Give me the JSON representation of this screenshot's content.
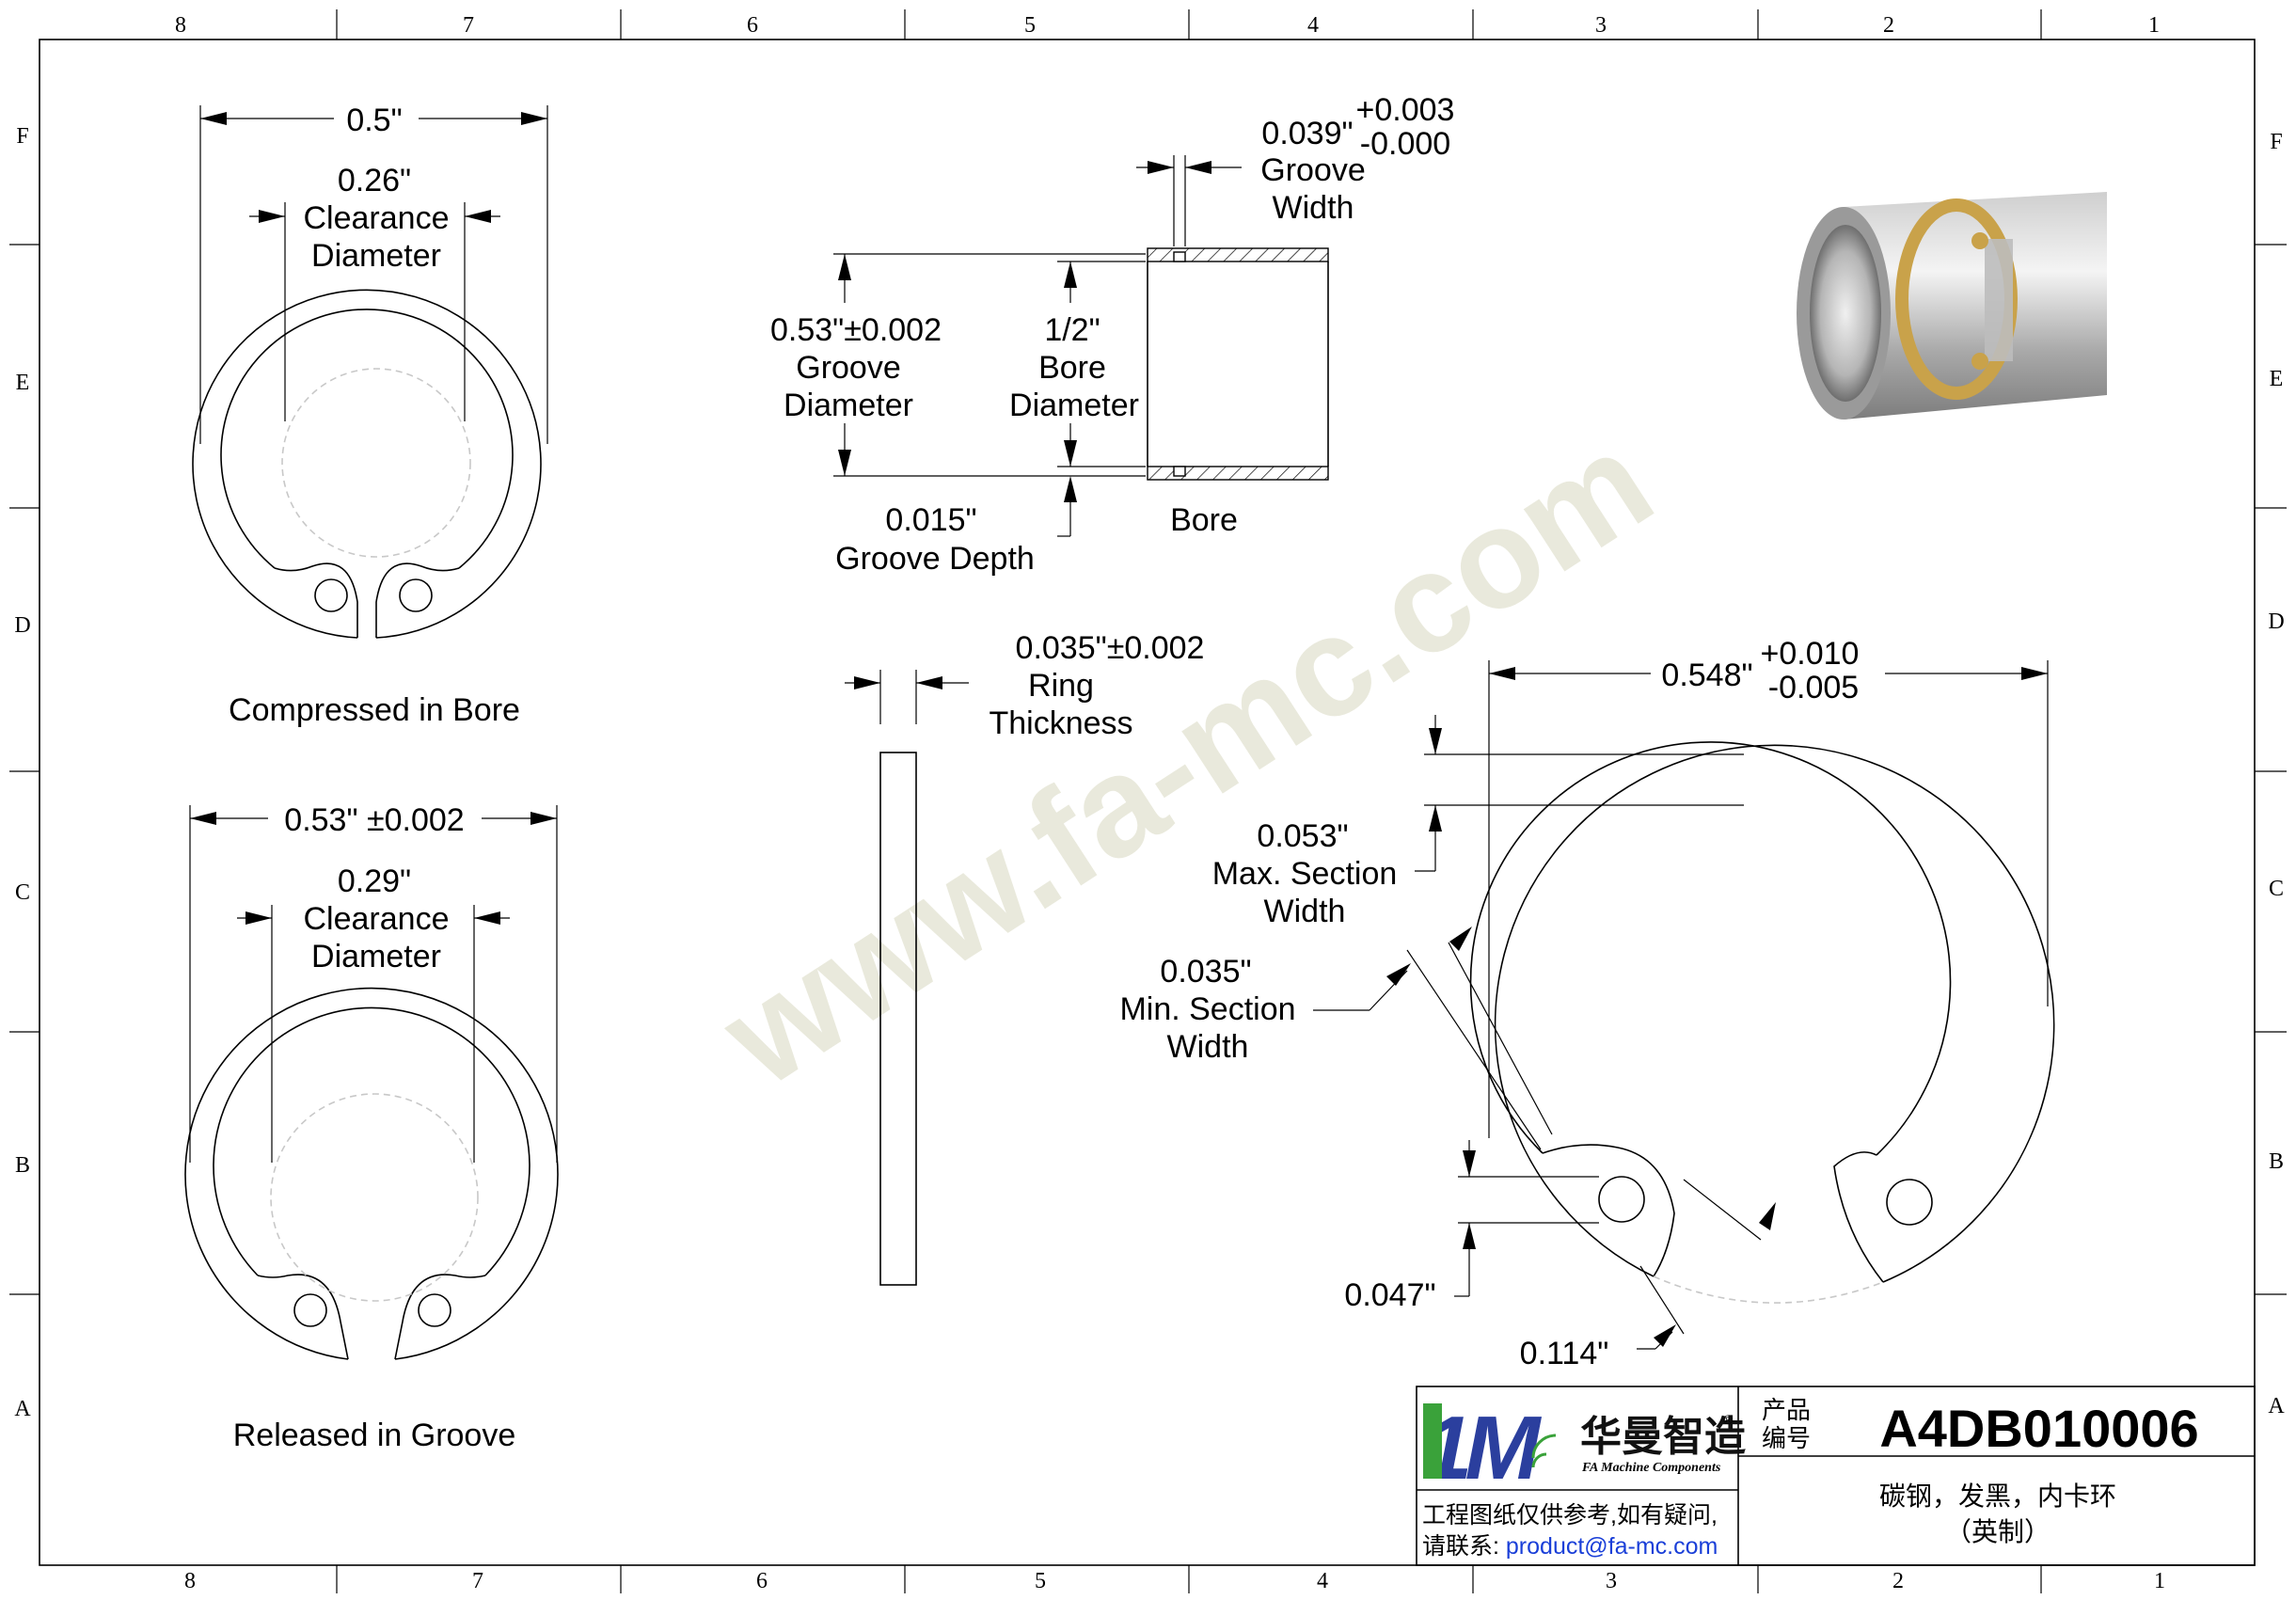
{
  "frame": {
    "columns_top": [
      "8",
      "7",
      "6",
      "5",
      "4",
      "3",
      "2",
      "1"
    ],
    "columns_bottom": [
      "8",
      "7",
      "6",
      "5",
      "4",
      "3",
      "2",
      "1"
    ],
    "rows": [
      "F",
      "E",
      "D",
      "C",
      "B",
      "A"
    ]
  },
  "watermark": "www.fa-mc.com",
  "compressed": {
    "outer_dim": "0.5\"",
    "clearance_value": "0.26\"",
    "clearance_l1": "Clearance",
    "clearance_l2": "Diameter",
    "caption": "Compressed in Bore"
  },
  "released": {
    "outer_dim": "0.53\" ±0.002",
    "clearance_value": "0.29\"",
    "clearance_l1": "Clearance",
    "clearance_l2": "Diameter",
    "caption": "Released in Groove"
  },
  "bore": {
    "groove_width_value": "0.039\"",
    "groove_width_tol_plus": "+0.003",
    "groove_width_tol_minus": "-0.000",
    "groove_width_l1": "Groove",
    "groove_width_l2": "Width",
    "groove_dia_value": "0.53\"±0.002",
    "groove_dia_l1": "Groove",
    "groove_dia_l2": "Diameter",
    "bore_dia_value": "1/2\"",
    "bore_dia_l1": "Bore",
    "bore_dia_l2": "Diameter",
    "groove_depth_value": "0.015\"",
    "groove_depth_label": "Groove Depth",
    "bore_label": "Bore"
  },
  "thickness": {
    "value": "0.035\"±0.002",
    "l1": "Ring",
    "l2": "Thickness"
  },
  "detail": {
    "outer_value": "0.548\"",
    "outer_tol_plus": "+0.010",
    "outer_tol_minus": "-0.005",
    "max_section_value": "0.053\"",
    "max_section_l1": "Max. Section",
    "max_section_l2": "Width",
    "min_section_value": "0.035\"",
    "min_section_l1": "Min. Section",
    "min_section_l2": "Width",
    "hole_value": "0.047\"",
    "lug_value": "0.114\""
  },
  "title_block": {
    "logo_mark": "1M",
    "logo_cn": "华曼智造",
    "logo_reg": "®",
    "logo_en": "FA Machine Components",
    "product_label_1": "产品",
    "product_label_2": "编号",
    "part_number": "A4DB010006",
    "description_1": "碳钢，发黑，内卡环",
    "description_2": "（英制）",
    "note_1": "工程图纸仅供参考,如有疑问,",
    "note_2_prefix": "请联系: ",
    "email": "product@fa-mc.com"
  },
  "colors": {
    "line": "#000000",
    "watermark": "#e6e6d6",
    "logo_green": "#3aa23a",
    "logo_blue": "#2b3f9e",
    "email": "#1a3fd8",
    "ring_gold": "#c9a24a"
  }
}
